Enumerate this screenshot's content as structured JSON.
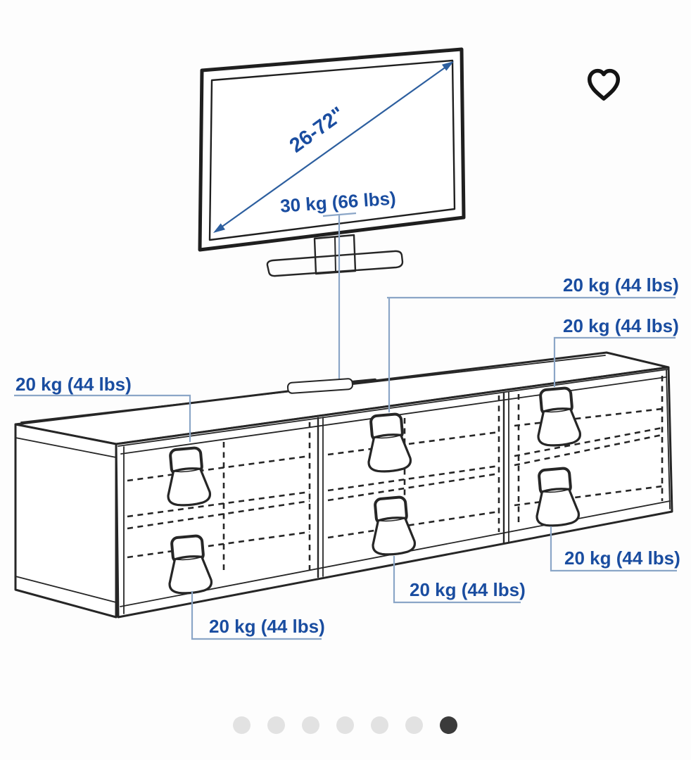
{
  "diagram": {
    "tv": {
      "size_range": "26-72\"",
      "top_capacity": "30 kg (66 lbs)"
    },
    "shelf_capacities": [
      {
        "position": "middle-top",
        "text": "20 kg (44 lbs)"
      },
      {
        "position": "right-top",
        "text": "20 kg (44 lbs)"
      },
      {
        "position": "left-top",
        "text": "20 kg (44 lbs)"
      },
      {
        "position": "right-bottom",
        "text": "20 kg (44 lbs)"
      },
      {
        "position": "middle-bottom",
        "text": "20 kg (44 lbs)"
      },
      {
        "position": "left-bottom",
        "text": "20 kg (44 lbs)"
      }
    ]
  },
  "icons": {
    "favorite": "heart-outline"
  },
  "colors": {
    "label_blue": "#1a4da0",
    "arrow_blue": "#2d5f9f",
    "leader_blue": "#8ba6c7",
    "line_dark": "#262626",
    "dot_active": "#3b3b3b",
    "dot_inactive": "#e2e2e2"
  },
  "pagination": {
    "total_slides": 7,
    "active_slide": 7
  }
}
